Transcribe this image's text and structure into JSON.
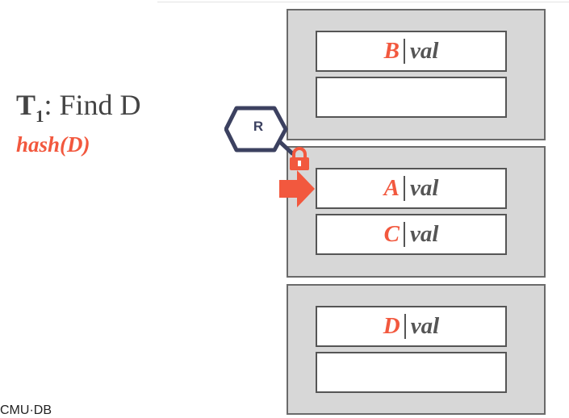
{
  "thread": {
    "name": "T",
    "subscript": "1",
    "rest": ": Find D"
  },
  "hash_label": "hash(D)",
  "latch_mode": "R",
  "pages": [
    {
      "slots": [
        {
          "key": "B",
          "value": "val"
        },
        {
          "key": "",
          "value": ""
        }
      ]
    },
    {
      "slots": [
        {
          "key": "A",
          "value": "val"
        },
        {
          "key": "C",
          "value": "val"
        }
      ]
    },
    {
      "slots": [
        {
          "key": "D",
          "value": "val"
        },
        {
          "key": "",
          "value": ""
        }
      ]
    }
  ],
  "footer": "CMU·DB",
  "colors": {
    "accent": "#f2583e",
    "latch_outline": "#3c4160",
    "page_fill": "#d7d7d7",
    "text_gray": "#444444"
  },
  "icons": {
    "latch": "hexagon-latch-icon",
    "lock": "padlock-icon",
    "pointer": "arrow-right-icon"
  }
}
